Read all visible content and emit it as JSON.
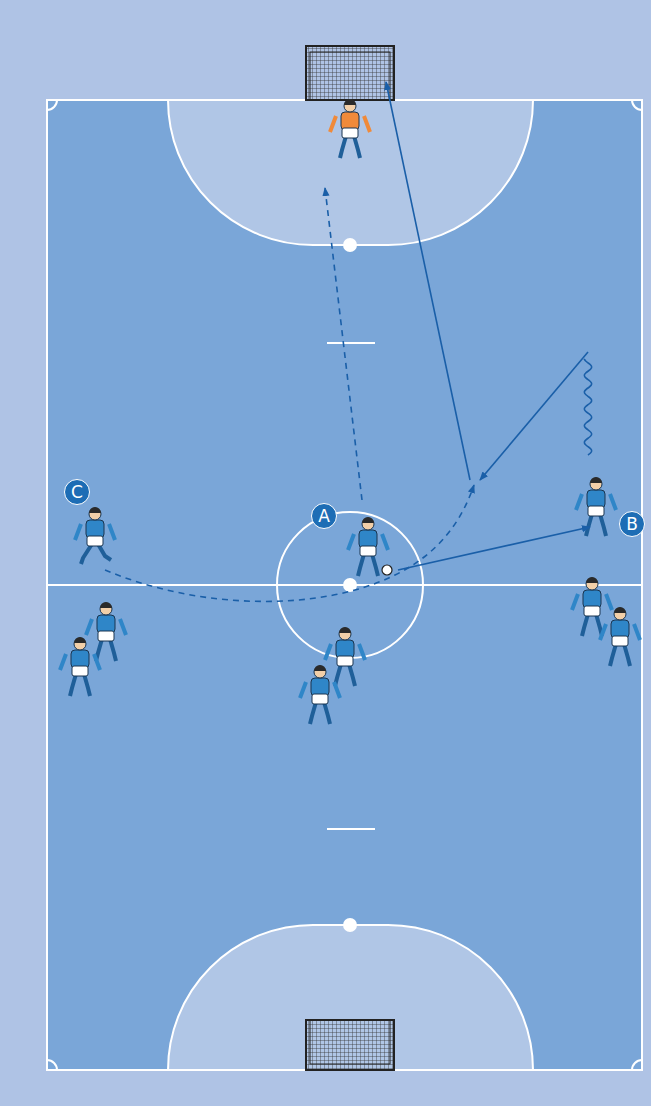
{
  "diagram": {
    "nodes": [
      {
        "text": [
          "C"
        ]
      },
      {
        "text": [
          "A"
        ]
      },
      {
        "text": [
          "B"
        ]
      }
    ]
  }
}
